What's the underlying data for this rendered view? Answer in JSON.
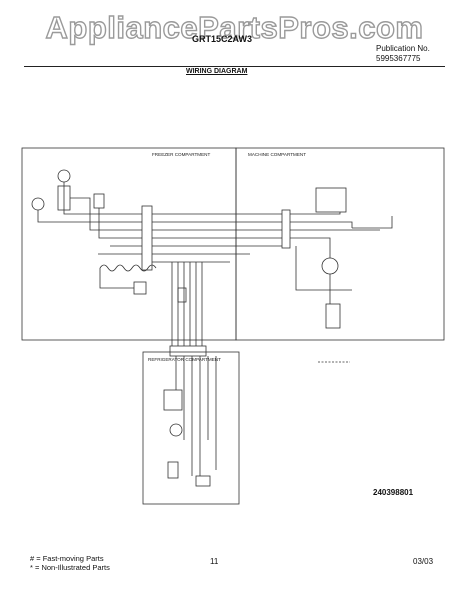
{
  "watermark": "AppliancePartsPros.com",
  "header": {
    "model": "GRT15C2AW3",
    "publication_label": "Publication No.",
    "publication_number": "5995367775"
  },
  "diagram": {
    "title": "WIRING DIAGRAM",
    "freezer_compartment": "FREEZER COMPARTMENT",
    "machine_compartment": "MACHINE COMPARTMENT",
    "refrigerator_compartment": "REFRIGERATOR COMPARTMENT",
    "part_number": "240398801"
  },
  "footer": {
    "legend_fast": "# = Fast-moving Parts",
    "legend_non": "* = Non-Illustrated Parts",
    "page": "11",
    "date": "03/03"
  }
}
